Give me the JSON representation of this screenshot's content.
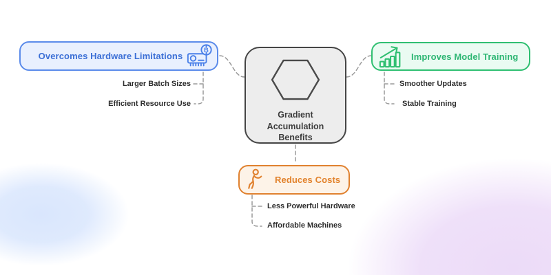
{
  "title": "Gradient Accumulation Benefits mind map",
  "center": {
    "label": "Gradient\nAccumulation\nBenefits",
    "icon": "hexagon-icon",
    "fill": "#ededed",
    "border": "#454545",
    "text_color": "#3d3d3d"
  },
  "branches": {
    "hardware": {
      "label": "Overcomes Hardware Limitations",
      "icon": "gpu-mining-icon",
      "accent": "#3b6fd6",
      "border": "#5b8bea",
      "fill": "#e9f0fe",
      "children": [
        "Larger Batch Sizes",
        "Efficient Resource Use"
      ]
    },
    "training": {
      "label": "Improves Model Training",
      "icon": "growth-bar-chart-icon",
      "accent": "#2db673",
      "border": "#2fbf71",
      "fill": "#eafbf2",
      "children": [
        "Smoother Updates",
        "Stable Training"
      ]
    },
    "costs": {
      "label": "Reduces Costs",
      "icon": "running-person-icon",
      "accent": "#e2822c",
      "border": "#e0812f",
      "fill": "#fdf3e8",
      "children": [
        "Less Powerful Hardware",
        "Affordable Machines"
      ]
    }
  },
  "connectors": {
    "style": "dashed",
    "color": "#9a9a9a"
  },
  "background": {
    "base": "#ffffff",
    "blob_bottom_left": "#d9e6fd",
    "blob_bottom_right": "#ecdbf8"
  }
}
